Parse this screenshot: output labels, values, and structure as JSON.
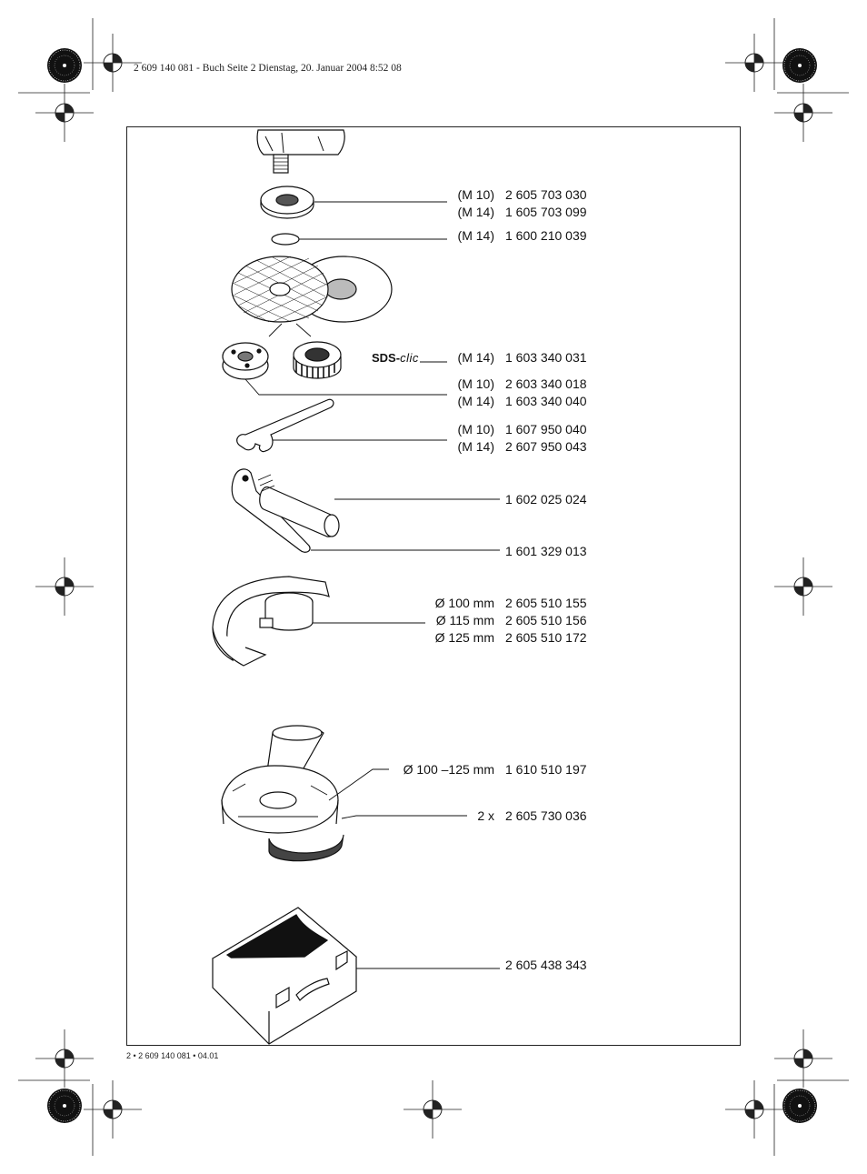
{
  "header": {
    "print_info": "2 609 140 081 - Buch  Seite 2  Dienstag, 20. Januar 2004  8:52 08"
  },
  "footer": {
    "doc_code": "2 • 2 609 140 081 • 04.01"
  },
  "sds_logo": {
    "prefix": "SDS-",
    "suffix": "clic"
  },
  "parts": {
    "flange": {
      "sizes": [
        "(M 10)",
        "(M 14)"
      ],
      "numbers": [
        "2 605 703 030",
        "1 605 703 099"
      ]
    },
    "oring": {
      "sizes": [
        "(M 14)"
      ],
      "numbers": [
        "1 600 210 039"
      ]
    },
    "sds_nut": {
      "sizes": [
        "(M 14)"
      ],
      "numbers": [
        "1 603 340 031"
      ]
    },
    "clamp_nut": {
      "sizes": [
        "(M 10)",
        "(M 14)"
      ],
      "numbers": [
        "2 603 340 018",
        "1 603 340 040"
      ]
    },
    "spanner": {
      "sizes": [
        "(M 10)",
        "(M 14)"
      ],
      "numbers": [
        "1 607 950 040",
        "2 607 950 043"
      ]
    },
    "handle": {
      "numbers": [
        "1 602 025 024"
      ]
    },
    "handle_guard": {
      "numbers": [
        "1 601 329 013"
      ]
    },
    "guard": {
      "sizes": [
        "Ø 100 mm",
        "Ø 115 mm",
        "Ø 125 mm"
      ],
      "numbers": [
        "2 605 510 155",
        "2 605 510 156",
        "2 605 510 172"
      ]
    },
    "extraction_hood": {
      "sizes": [
        "Ø 100 –125 mm"
      ],
      "numbers": [
        "1 610 510 197"
      ]
    },
    "brush_ring": {
      "sizes": [
        "2 x"
      ],
      "numbers": [
        "2 605 730 036"
      ]
    },
    "case": {
      "numbers": [
        "2 605 438 343"
      ]
    }
  }
}
